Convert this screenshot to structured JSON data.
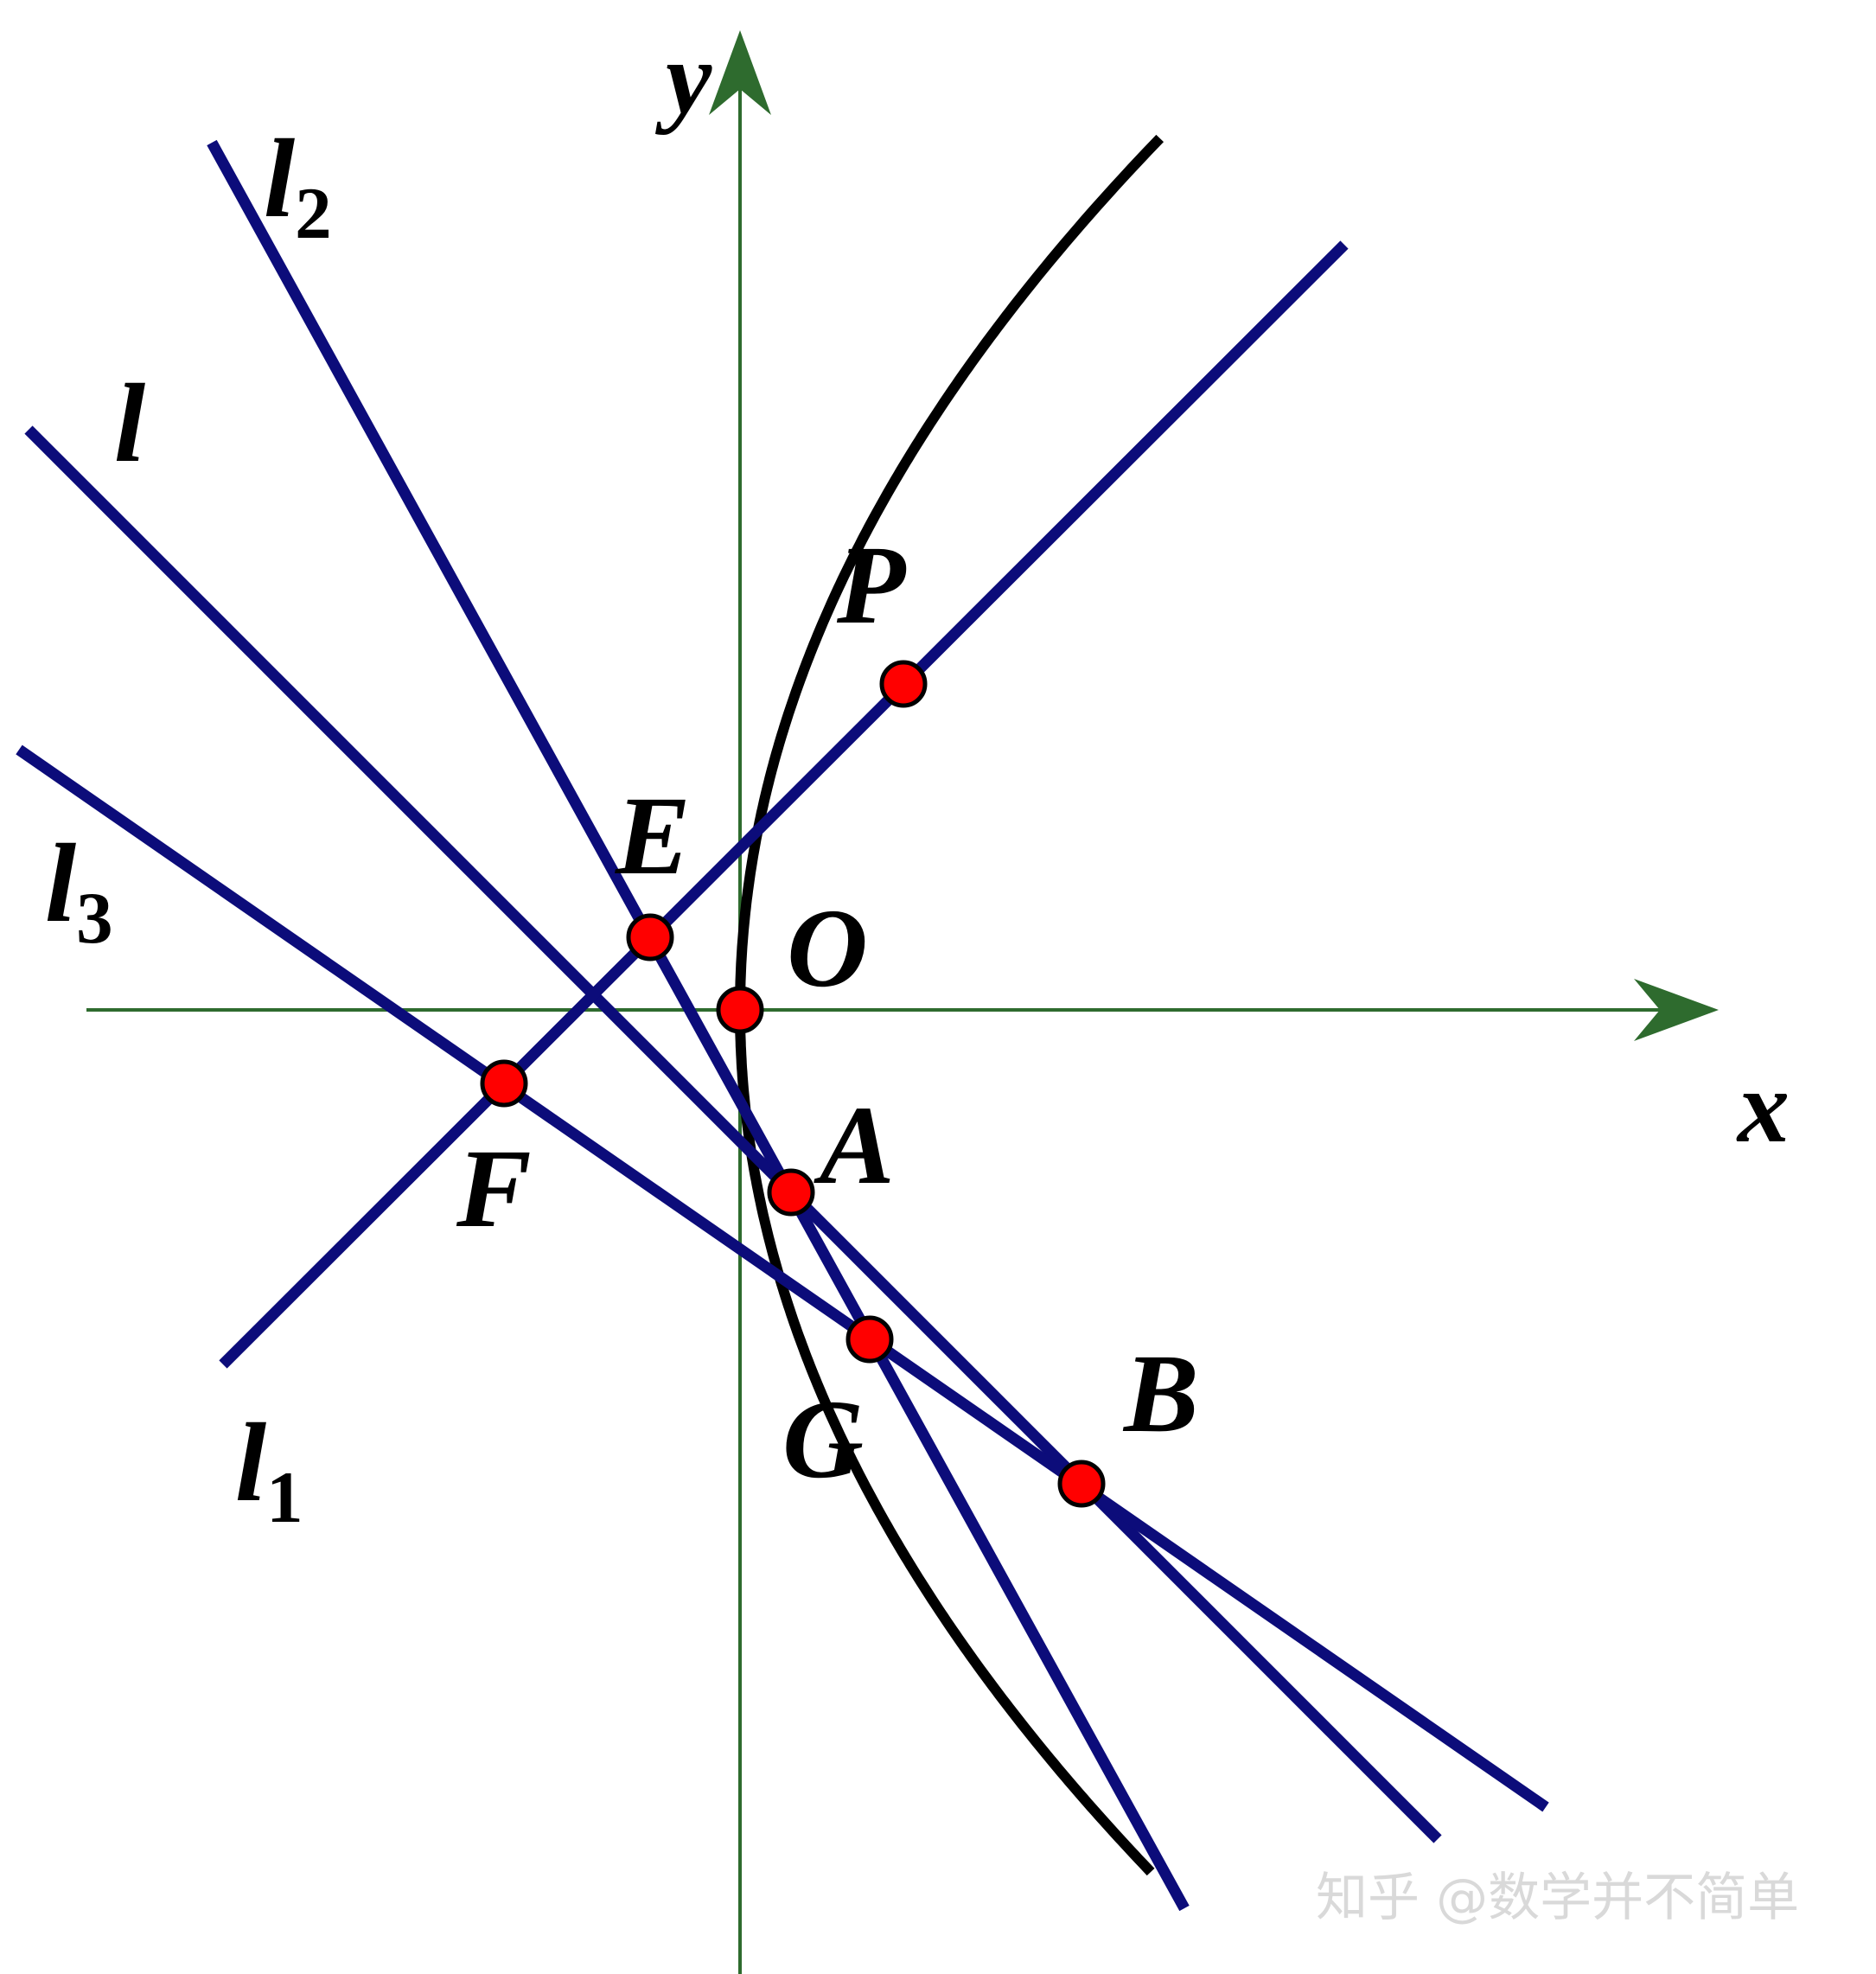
{
  "colors": {
    "axis": "#2e6b2e",
    "line": "#0c0c7a",
    "curve": "#000000",
    "point_fill": "#ff0000",
    "point_stroke": "#000000"
  },
  "axes": {
    "x_label": "x",
    "y_label": "y"
  },
  "lines": {
    "l": {
      "name": "l"
    },
    "l1": {
      "base": "l",
      "sub": "1"
    },
    "l2": {
      "base": "l",
      "sub": "2"
    },
    "l3": {
      "base": "l",
      "sub": "3"
    }
  },
  "points": {
    "P": "P",
    "E": "E",
    "O": "O",
    "A": "A",
    "F": "F",
    "G": "G",
    "B": "B"
  },
  "watermark": "知乎 @数学并不简单"
}
